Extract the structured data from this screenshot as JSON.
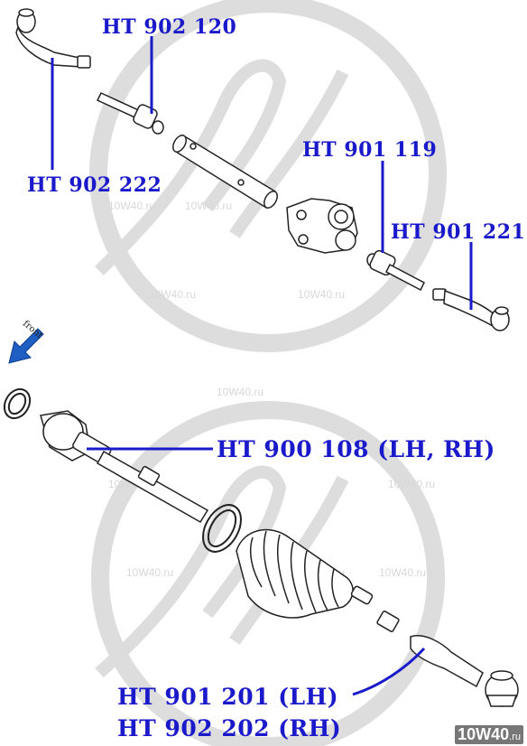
{
  "labels": {
    "p1": "HT 902 120",
    "p2": "HT 902 222",
    "p3": "HT 901 119",
    "p4": "HT 901 221",
    "p5": "HT 900 108 (LH, RH)",
    "p6": "HT 901 201 (LH)",
    "p7": "HT 902 202 (RH)"
  },
  "front_label": "front",
  "watermark": {
    "brand": "10W40",
    "suffix": ".ru"
  },
  "colors": {
    "label": "#1a1acb",
    "leader": "#1a1acb",
    "watermark": "#d9d9d9",
    "parts": "#222222",
    "arrow": "#1f5fc4"
  }
}
